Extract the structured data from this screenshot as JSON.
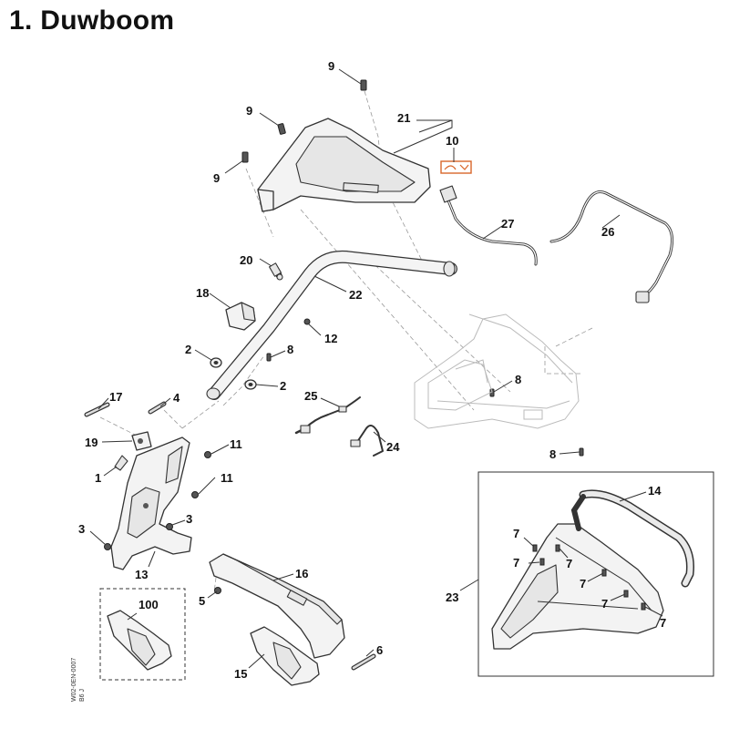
{
  "title": "1.  Duwboom",
  "side_code": "W02-0EN-0007",
  "side_code2": "B6 J",
  "callouts": [
    "9",
    "9",
    "9",
    "21",
    "10",
    "27",
    "26",
    "20",
    "22",
    "18",
    "12",
    "2",
    "8",
    "2",
    "17",
    "4",
    "25",
    "8",
    "19",
    "11",
    "24",
    "1",
    "11",
    "8",
    "3",
    "3",
    "13",
    "16",
    "5",
    "100",
    "15",
    "6",
    "14",
    "7",
    "7",
    "7",
    "7",
    "7",
    "7",
    "23"
  ]
}
